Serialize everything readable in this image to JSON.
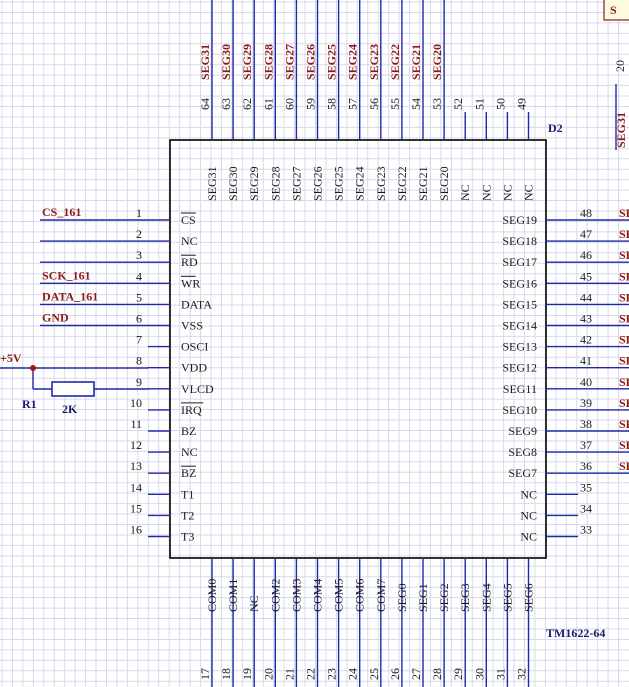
{
  "chip": {
    "designator": "D2",
    "part": "TM1622-64",
    "left_pins": [
      {
        "num": "1",
        "name": "CS",
        "bar": true
      },
      {
        "num": "2",
        "name": "NC",
        "bar": false
      },
      {
        "num": "3",
        "name": "RD",
        "bar": true
      },
      {
        "num": "4",
        "name": "WR",
        "bar": true
      },
      {
        "num": "5",
        "name": "DATA",
        "bar": false
      },
      {
        "num": "6",
        "name": "VSS",
        "bar": false
      },
      {
        "num": "7",
        "name": "OSCI",
        "bar": false
      },
      {
        "num": "8",
        "name": "VDD",
        "bar": false
      },
      {
        "num": "9",
        "name": "VLCD",
        "bar": false
      },
      {
        "num": "10",
        "name": "IRQ",
        "bar": true
      },
      {
        "num": "11",
        "name": "BZ",
        "bar": false
      },
      {
        "num": "12",
        "name": "NC",
        "bar": false
      },
      {
        "num": "13",
        "name": "BZ",
        "bar": true
      },
      {
        "num": "14",
        "name": "T1",
        "bar": false
      },
      {
        "num": "15",
        "name": "T2",
        "bar": false
      },
      {
        "num": "16",
        "name": "T3",
        "bar": false
      }
    ],
    "right_pins": [
      {
        "num": "48",
        "name": "SEG19"
      },
      {
        "num": "47",
        "name": "SEG18"
      },
      {
        "num": "46",
        "name": "SEG17"
      },
      {
        "num": "45",
        "name": "SEG16"
      },
      {
        "num": "44",
        "name": "SEG15"
      },
      {
        "num": "43",
        "name": "SEG14"
      },
      {
        "num": "42",
        "name": "SEG13"
      },
      {
        "num": "41",
        "name": "SEG12"
      },
      {
        "num": "40",
        "name": "SEG11"
      },
      {
        "num": "39",
        "name": "SEG10"
      },
      {
        "num": "38",
        "name": "SEG9"
      },
      {
        "num": "37",
        "name": "SEG8"
      },
      {
        "num": "36",
        "name": "SEG7"
      },
      {
        "num": "35",
        "name": "NC"
      },
      {
        "num": "34",
        "name": "NC"
      },
      {
        "num": "33",
        "name": "NC"
      }
    ],
    "top_pins": [
      {
        "num": "64",
        "name": "SEG31",
        "net": "SEG31"
      },
      {
        "num": "63",
        "name": "SEG30",
        "net": "SEG30"
      },
      {
        "num": "62",
        "name": "SEG29",
        "net": "SEG29"
      },
      {
        "num": "61",
        "name": "SEG28",
        "net": "SEG28"
      },
      {
        "num": "60",
        "name": "SEG27",
        "net": "SEG27"
      },
      {
        "num": "59",
        "name": "SEG26",
        "net": "SEG26"
      },
      {
        "num": "58",
        "name": "SEG25",
        "net": "SEG25"
      },
      {
        "num": "57",
        "name": "SEG24",
        "net": "SEG24"
      },
      {
        "num": "56",
        "name": "SEG23",
        "net": "SEG23"
      },
      {
        "num": "55",
        "name": "SEG22",
        "net": "SEG22"
      },
      {
        "num": "54",
        "name": "SEG21",
        "net": "SEG21"
      },
      {
        "num": "53",
        "name": "SEG20",
        "net": "SEG20"
      },
      {
        "num": "52",
        "name": "NC",
        "net": ""
      },
      {
        "num": "51",
        "name": "NC",
        "net": ""
      },
      {
        "num": "50",
        "name": "NC",
        "net": ""
      },
      {
        "num": "49",
        "name": "NC",
        "net": ""
      }
    ],
    "bottom_pins": [
      {
        "num": "17",
        "name": "COM0"
      },
      {
        "num": "18",
        "name": "COM1"
      },
      {
        "num": "19",
        "name": "NC"
      },
      {
        "num": "20",
        "name": "COM2"
      },
      {
        "num": "21",
        "name": "COM3"
      },
      {
        "num": "22",
        "name": "COM4"
      },
      {
        "num": "23",
        "name": "COM5"
      },
      {
        "num": "24",
        "name": "COM6"
      },
      {
        "num": "25",
        "name": "COM7"
      },
      {
        "num": "26",
        "name": "SEG0"
      },
      {
        "num": "27",
        "name": "SEG1"
      },
      {
        "num": "28",
        "name": "SEG2"
      },
      {
        "num": "29",
        "name": "SEG3"
      },
      {
        "num": "30",
        "name": "SEG4"
      },
      {
        "num": "31",
        "name": "SEG5"
      },
      {
        "num": "32",
        "name": "SEG6"
      }
    ]
  },
  "nets_left": [
    {
      "pin": "1",
      "label": "CS_161"
    },
    {
      "pin": "4",
      "label": "SCK_161"
    },
    {
      "pin": "5",
      "label": "DATA_161"
    },
    {
      "pin": "6",
      "label": "GND"
    }
  ],
  "supply_label": "+5V",
  "resistor": {
    "designator": "R1",
    "value": "2K"
  },
  "right_net_label": "SEG",
  "offpage": {
    "pin": "20",
    "net": "SEG31",
    "box": "S"
  },
  "colors": {
    "grid": "#d8d8ee",
    "wire": "#1f2aa8",
    "outline": "#000000",
    "net": "#8b1a1a",
    "junction": "#b01010"
  }
}
